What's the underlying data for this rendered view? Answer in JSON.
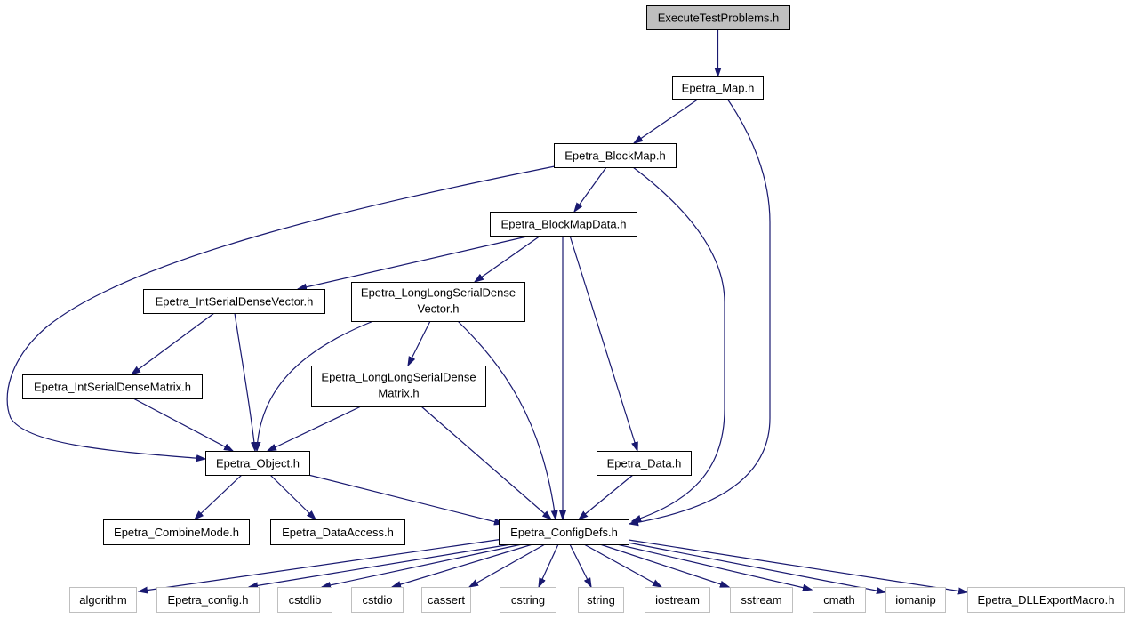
{
  "diagram": {
    "root": {
      "label": "ExecuteTestProblems.h"
    },
    "nodes": {
      "map": {
        "label": "Epetra_Map.h"
      },
      "block_map": {
        "label": "Epetra_BlockMap.h"
      },
      "block_map_data": {
        "label": "Epetra_BlockMapData.h"
      },
      "int_serial_dense_vector": {
        "label": "Epetra_IntSerialDenseVector.h"
      },
      "long_long_serial_dense_vector": {
        "lines": [
          "Epetra_LongLongSerialDense",
          "Vector.h"
        ]
      },
      "int_serial_dense_matrix": {
        "label": "Epetra_IntSerialDenseMatrix.h"
      },
      "long_long_serial_dense_matrix": {
        "lines": [
          "Epetra_LongLongSerialDense",
          "Matrix.h"
        ]
      },
      "data": {
        "label": "Epetra_Data.h"
      },
      "object": {
        "label": "Epetra_Object.h"
      },
      "combine_mode": {
        "label": "Epetra_CombineMode.h"
      },
      "data_access": {
        "label": "Epetra_DataAccess.h"
      },
      "config_defs": {
        "label": "Epetra_ConfigDefs.h"
      }
    },
    "system_headers": [
      "algorithm",
      "Epetra_config.h",
      "cstdlib",
      "cstdio",
      "cassert",
      "cstring",
      "string",
      "iostream",
      "sstream",
      "cmath",
      "iomanip",
      "Epetra_DLLExportMacro.h"
    ]
  },
  "colors": {
    "edge": "#191970",
    "root_fill": "#bfbfbf",
    "node_border": "#000000",
    "system_border": "#bfbfbf",
    "background": "#ffffff"
  }
}
